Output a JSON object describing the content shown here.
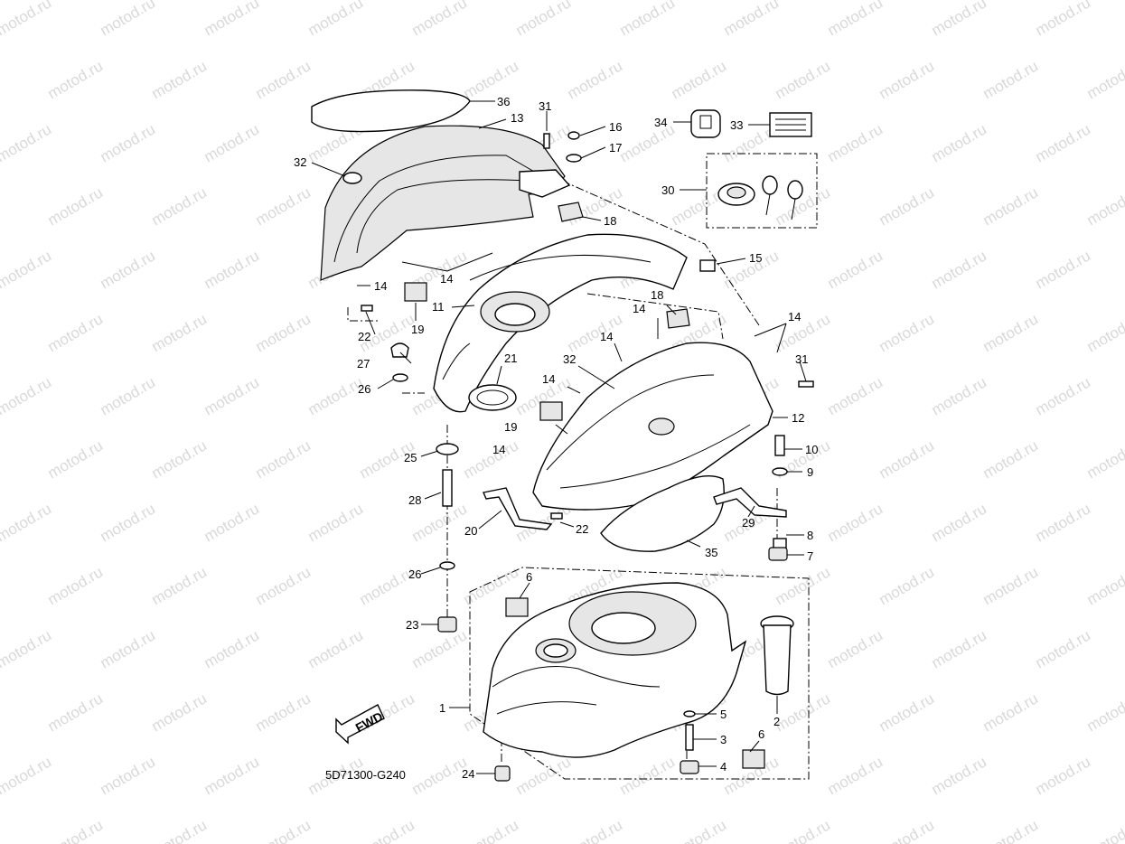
{
  "watermark": "motod.ru",
  "diagram_code": "5D71300-G240",
  "fwd_label": "FWD",
  "callouts": {
    "c1": "1",
    "c2": "2",
    "c3": "3",
    "c4": "4",
    "c5": "5",
    "c6a": "6",
    "c6b": "6",
    "c7": "7",
    "c8": "8",
    "c9": "9",
    "c10": "10",
    "c11": "11",
    "c12": "12",
    "c13": "13",
    "c14a": "14",
    "c14b": "14",
    "c14c": "14",
    "c14d": "14",
    "c14e": "14",
    "c14f": "14",
    "c14g": "14",
    "c15": "15",
    "c16": "16",
    "c17": "17",
    "c18a": "18",
    "c18b": "18",
    "c19a": "19",
    "c19b": "19",
    "c20": "20",
    "c21": "21",
    "c22a": "22",
    "c22b": "22",
    "c23": "23",
    "c24": "24",
    "c25": "25",
    "c26a": "26",
    "c26b": "26",
    "c27": "27",
    "c28": "28",
    "c29": "29",
    "c30": "30",
    "c31a": "31",
    "c31b": "31",
    "c32a": "32",
    "c32b": "32",
    "c33": "33",
    "c34": "34",
    "c35": "35",
    "c36": "36"
  },
  "colors": {
    "watermark": "#d9d9d9",
    "line": "#000000"
  }
}
